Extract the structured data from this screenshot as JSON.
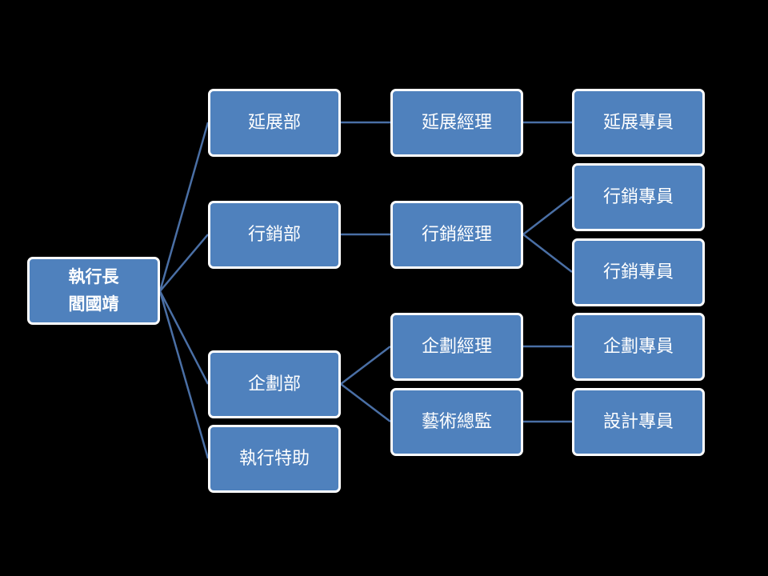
{
  "org_chart": {
    "root": {
      "title": "執行長",
      "name": "閻國靖"
    },
    "departments": {
      "extension": "延展部",
      "marketing": "行銷部",
      "planning": "企劃部",
      "executive_assistant": "執行特助"
    },
    "managers": {
      "extension_manager": "延展經理",
      "marketing_manager": "行銷經理",
      "planning_manager": "企劃經理",
      "art_director": "藝術總監"
    },
    "staff": {
      "extension_specialist": "延展專員",
      "marketing_specialist_1": "行銷專員",
      "marketing_specialist_2": "行銷專員",
      "planning_specialist": "企劃專員",
      "design_specialist": "設計專員"
    }
  },
  "colors": {
    "background": "#000000",
    "node_fill": "#4f81bd",
    "node_border": "#ffffff",
    "connector": "#4a6fa5",
    "text": "#ffffff"
  }
}
